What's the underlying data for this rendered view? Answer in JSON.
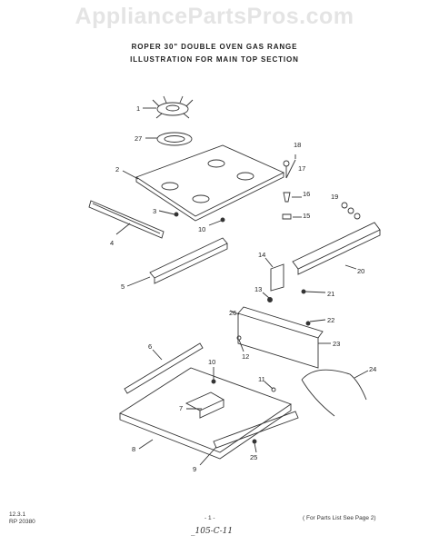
{
  "watermark": "AppliancePartsPros.com",
  "header": {
    "line1": "ROPER 30\" DOUBLE OVEN GAS RANGE",
    "line2": "ILLUSTRATION FOR MAIN TOP SECTION"
  },
  "callouts": {
    "p1": "1",
    "p2": "2",
    "p3": "3",
    "p4": "4",
    "p5": "5",
    "p6": "6",
    "p7": "7",
    "p8": "8",
    "p9": "9",
    "p10a": "10",
    "p10b": "10",
    "p11": "11",
    "p12": "12",
    "p13": "13",
    "p14": "14",
    "p15": "15",
    "p16": "16",
    "p17": "17",
    "p18": "18",
    "p19": "19",
    "p20": "20",
    "p21": "21",
    "p22": "22",
    "p23": "23",
    "p24": "24",
    "p25": "25",
    "p26": "26",
    "p27": "27"
  },
  "footer": {
    "code1": "12.3.1",
    "code2": "RP 20380",
    "page": "- 1 -",
    "note": "( For Parts List See Page 2)",
    "handwritten": "_105-C-11"
  }
}
